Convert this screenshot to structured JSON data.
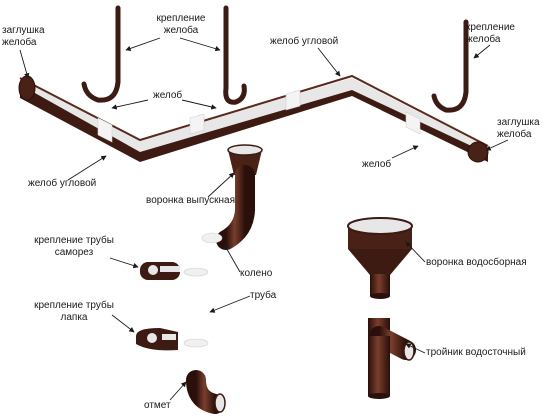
{
  "labels": {
    "cap_left": "заглушка\nжелоба",
    "bracket_top": "крепление\nжелоба",
    "bracket_right": "крепление\nжелоба",
    "gutter_corner_top": "желоб угловой",
    "gutter_mid": "желоб",
    "cap_right": "заглушка\nжелоба",
    "gutter_right": "желоб",
    "gutter_corner_bottom": "желоб угловой",
    "outlet_funnel": "воронка выпускная",
    "pipe_clamp_screw": "крепление трубы\nсаморез",
    "elbow": "колено",
    "pipe": "труба",
    "pipe_clamp_lug": "крепление трубы\nлапка",
    "collector_funnel": "воронка водосборная",
    "tee": "тройник водосточный",
    "outlet": "отмет"
  },
  "colors": {
    "brown": "#3d1a12",
    "brown_light": "#6b3526",
    "inner": "#e7e7e7",
    "leader": "#1a1a1a"
  }
}
